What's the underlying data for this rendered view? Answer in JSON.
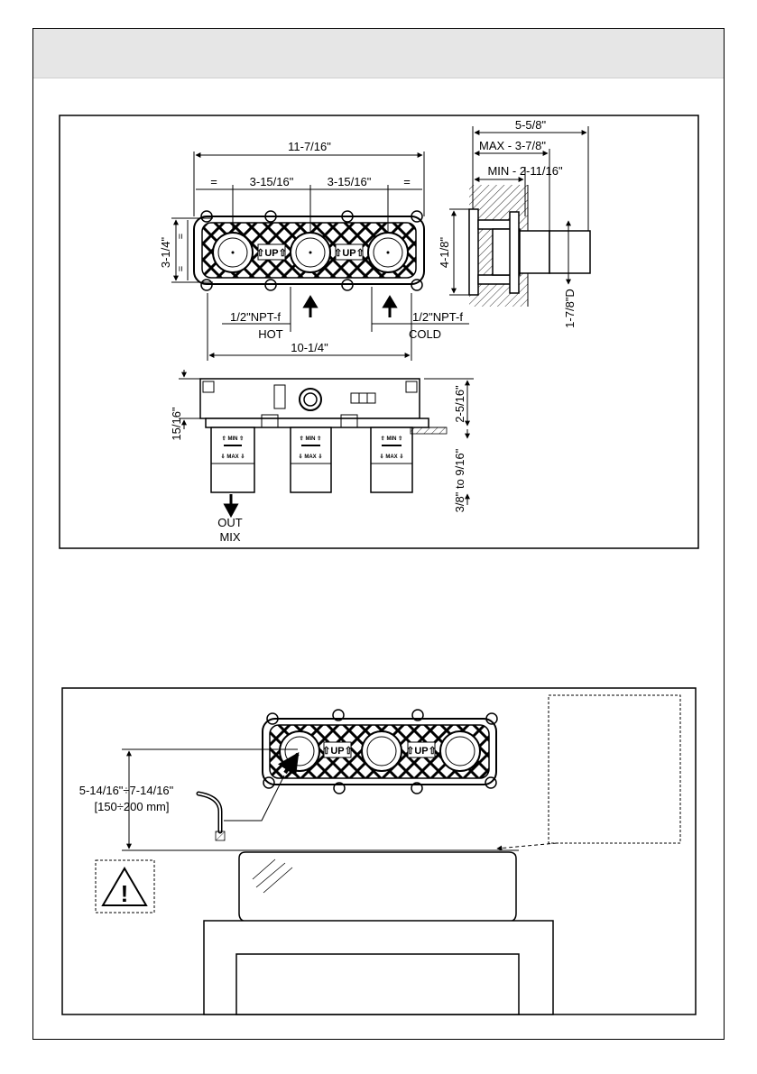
{
  "top_panel": {
    "overall_width": "11-7/16\"",
    "equal_mark": "=",
    "spacing_a": "3-15/16\"",
    "spacing_b": "3-15/16\"",
    "height": "3-1/4\"",
    "hot_thread": "1/2\"NPT-f",
    "hot_label": "HOT",
    "cold_thread": "1/2\"NPT-f",
    "cold_label": "COLD",
    "inlet_spacing": "10-1/4\"",
    "up_marking": "⇧UP⇧",
    "depth_total": "5-5/8\"",
    "depth_max": "MAX - 3-7/8\"",
    "depth_min": "MIN - 2-11/16\"",
    "side_height": "4-1/8\"",
    "diameter": "1-7/8\"D",
    "front_left_dim": "15/16\"",
    "front_right_dim": "2-5/16\"",
    "adjust_range": "3/8\" to 9/16\"",
    "min_mark": "⇧ MIN ⇧",
    "max_mark": "⇩ MAX ⇩",
    "outlet_label_1": "OUT",
    "outlet_label_2": "MIX"
  },
  "bottom_panel": {
    "height_range": "5-14/16\"÷7-14/16\"",
    "height_range_mm": "[150÷200 mm]",
    "up_marking": "⇧UP⇧",
    "warning_symbol": "!"
  }
}
